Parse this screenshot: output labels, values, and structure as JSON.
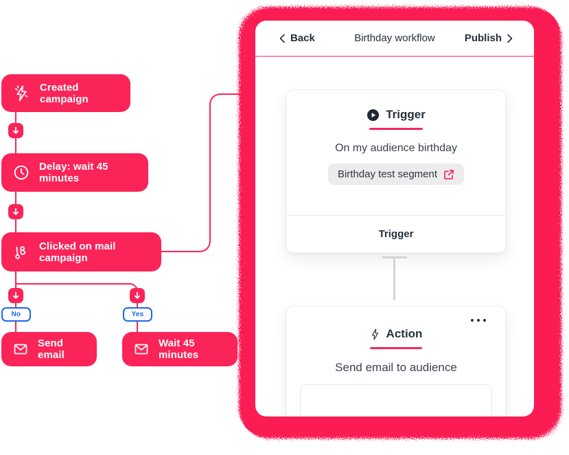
{
  "colors": {
    "pink": "#FA2459",
    "panel_pink": "#FA1C53",
    "blue": "#1B65EF",
    "dark": "#26303C",
    "underline": "#F5265E",
    "divider_pink": "#F78BB5",
    "chip_bg": "#ECECEC",
    "line_gray": "#D4D4D4"
  },
  "flowchart": {
    "nodes": [
      {
        "label": "Created campaign",
        "icon": "lightning-spark-icon"
      },
      {
        "label": "Delay: wait 45 minutes",
        "icon": "clock-icon"
      },
      {
        "label": "Clicked on mail campaign",
        "icon": "branch-icon"
      },
      {
        "label": "Send email",
        "icon": "envelope-icon"
      },
      {
        "label": "Wait 45 minutes",
        "icon": "envelope-icon"
      }
    ],
    "branch_labels": {
      "no": "No",
      "yes": "Yes"
    }
  },
  "panel": {
    "header": {
      "back_label": "Back",
      "title": "Birthday workflow",
      "publish_label": "Publish"
    },
    "trigger_card": {
      "heading": "Trigger",
      "subtitle": "On my audience birthday",
      "chip_label": "Birthday test segment",
      "footer": "Trigger"
    },
    "action_card": {
      "heading": "Action",
      "subtitle": "Send email to audience"
    }
  }
}
